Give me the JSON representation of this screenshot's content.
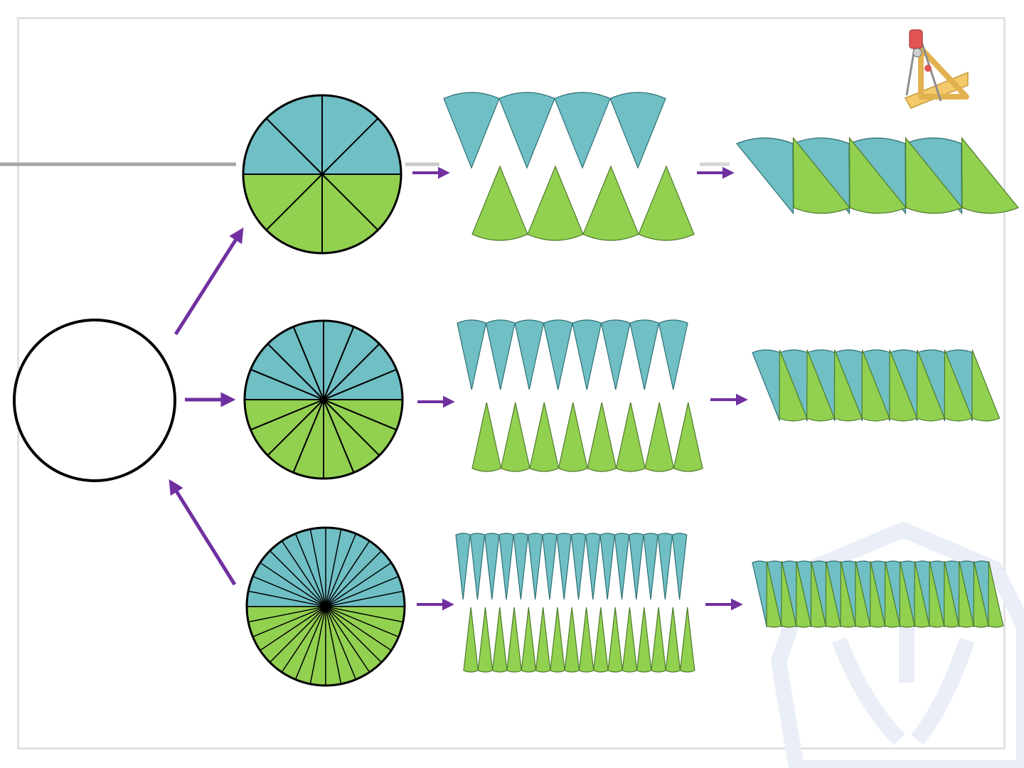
{
  "colors": {
    "teal": "#6fbfc4",
    "green": "#92d050",
    "arrow": "#7030a0",
    "outline": "#000000",
    "divider": "#a6a6a6",
    "frame": "#e2e2e2",
    "watermark": "#e9eef7"
  },
  "rows": [
    {
      "sectors": 8
    },
    {
      "sectors": 16
    },
    {
      "sectors": 32
    }
  ],
  "icons": [
    "compass-ruler-icon",
    "hands-watermark-icon"
  ]
}
